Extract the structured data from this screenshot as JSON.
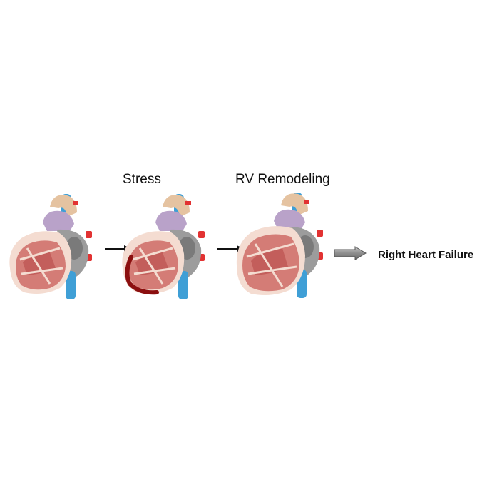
{
  "stages": [
    {
      "id": "normal",
      "label": ""
    },
    {
      "id": "stress",
      "label": "Stress"
    },
    {
      "id": "rv-remodeling",
      "label": "RV Remodeling"
    }
  ],
  "outcome": {
    "label": "Right Heart Failure"
  },
  "colors": {
    "vena_cava": "#3f9fd6",
    "pulmonary_artery": "#b9a2c9",
    "aorta": "#e5c3a1",
    "vessels_red": "#e23232",
    "myocardium": "#d47c76",
    "myocardium_dark": "#b84b4a",
    "pericardium": "#f4dcd1",
    "left_heart": "#9c9c9c",
    "stress_wall": "#8b0f0f",
    "block_arrow_fill": "#9a9a9a"
  },
  "icons": {
    "flow_arrow": "right-arrow-icon",
    "outcome_arrow": "block-arrow-icon"
  }
}
